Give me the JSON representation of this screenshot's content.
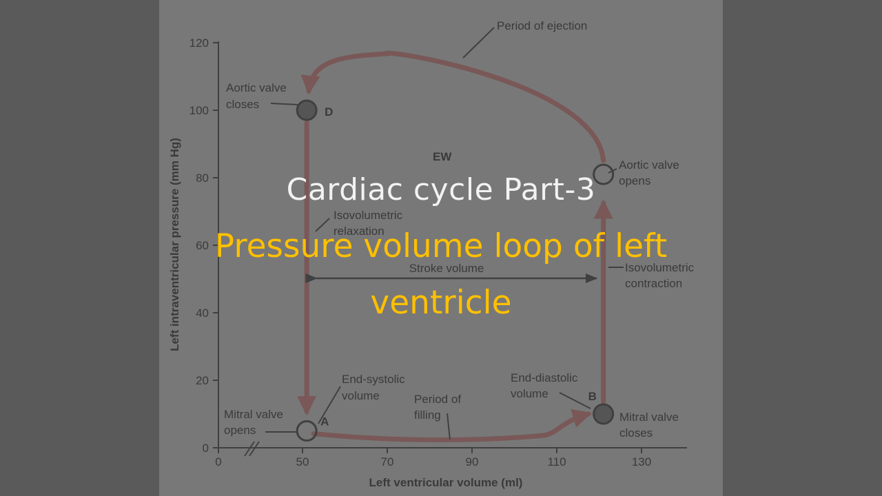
{
  "slide": {
    "title": "Cardiac cycle Part-3",
    "subtitle_line1": "Pressure volume loop of left",
    "subtitle_line2": "ventricle"
  },
  "colors": {
    "background": "#5a5a5a",
    "panel": "#787878",
    "loop": "#7a5858",
    "title": "#f2f2f2",
    "subtitle": "#ffc000"
  },
  "chart_data": {
    "type": "line",
    "xlabel": "Left ventricular volume (ml)",
    "ylabel": "Left intraventricular pressure (mm Hg)",
    "x_ticks": [
      "0",
      "50",
      "70",
      "90",
      "110",
      "130"
    ],
    "y_ticks": [
      "0",
      "20",
      "40",
      "60",
      "80",
      "100",
      "120"
    ],
    "xlim": [
      0,
      140
    ],
    "ylim": [
      0,
      120
    ],
    "x_axis_break": true,
    "points": [
      {
        "id": "A",
        "label": "A",
        "x": 51,
        "y": 5,
        "filled": false
      },
      {
        "id": "B",
        "label": "B",
        "x": 121,
        "y": 10,
        "filled": true
      },
      {
        "id": "C",
        "label": "",
        "x": 121,
        "y": 81,
        "filled": false
      },
      {
        "id": "D",
        "label": "D",
        "x": 51,
        "y": 100,
        "filled": true
      }
    ],
    "annotations": {
      "period_of_ejection": "Period of ejection",
      "aortic_valve_closes_1": "Aortic valve",
      "aortic_valve_closes_2": "closes",
      "ew": "EW",
      "aortic_valve_opens_1": "Aortic valve",
      "aortic_valve_opens_2": "opens",
      "isovolumetric_relaxation_1": "Isovolumetric",
      "isovolumetric_relaxation_2": "relaxation",
      "stroke_volume": "Stroke volume",
      "isovolumetric_contraction_1": "Isovolumetric",
      "isovolumetric_contraction_2": "contraction",
      "end_systolic_1": "End-systolic",
      "end_systolic_2": "volume",
      "end_diastolic_1": "End-diastolic",
      "end_diastolic_2": "volume",
      "period_of_filling_1": "Period of",
      "period_of_filling_2": "filling",
      "mitral_opens_1": "Mitral valve",
      "mitral_opens_2": "opens",
      "mitral_closes_1": "Mitral valve",
      "mitral_closes_2": "closes"
    }
  }
}
